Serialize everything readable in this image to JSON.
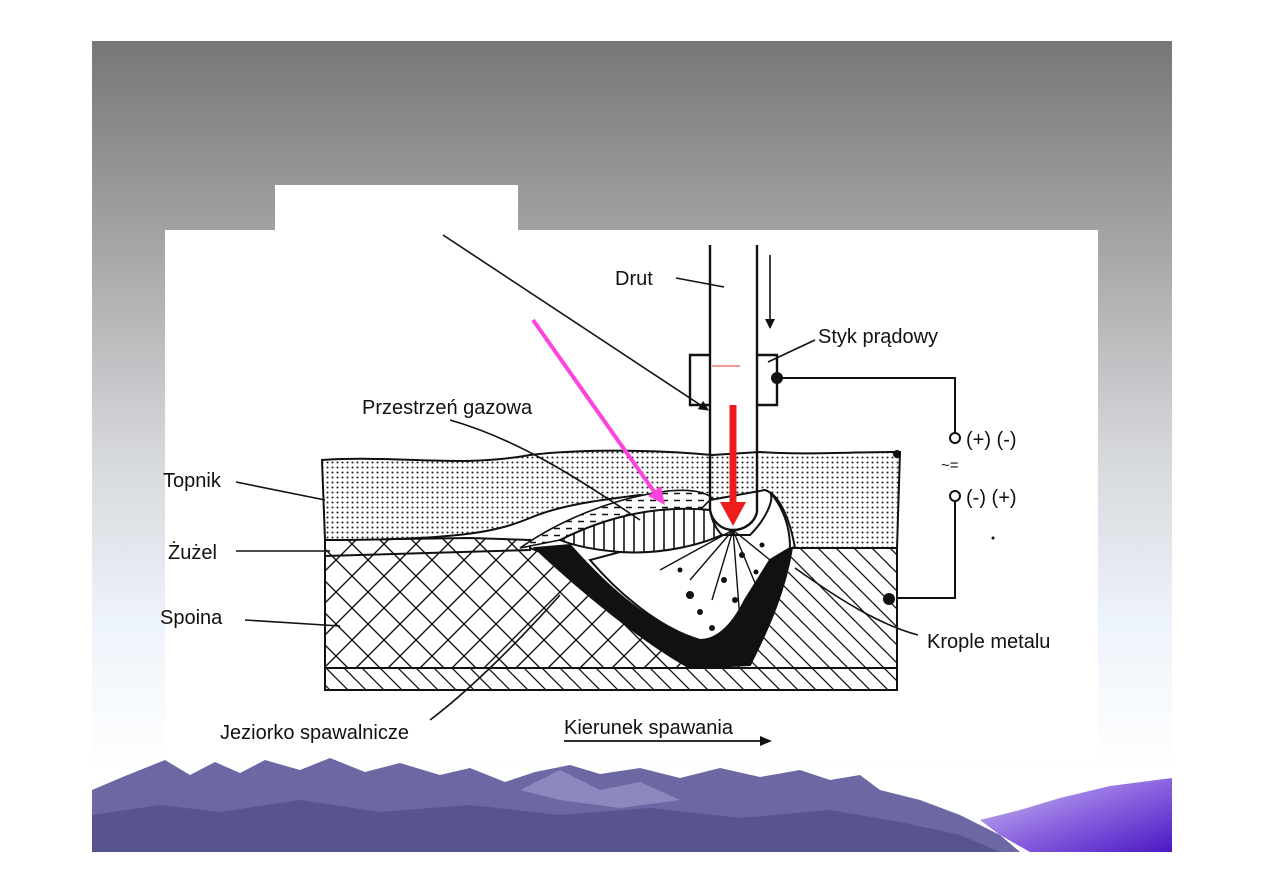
{
  "diagram": {
    "labels": {
      "drut": "Drut",
      "styk": "Styk prądowy",
      "przestrzen": "Przestrzeń gazowa",
      "topnik": "Topnik",
      "zuzel": "Żużel",
      "spoina": "Spoina",
      "krople": "Krople metalu",
      "jeziorko": "Jeziorko spawalnicze",
      "kierunek": "Kierunek spawania",
      "polarity_1": "(+) (-)",
      "polarity_2": "(-) (+)",
      "ac_symbol": "~="
    },
    "colors": {
      "arrow_red": "#ee1c1c",
      "arrow_magenta": "#ff44dd",
      "slide_gradient_top": "#777777",
      "mountains": "#6a68a2",
      "corner_gradient": "#5a22cc"
    }
  }
}
